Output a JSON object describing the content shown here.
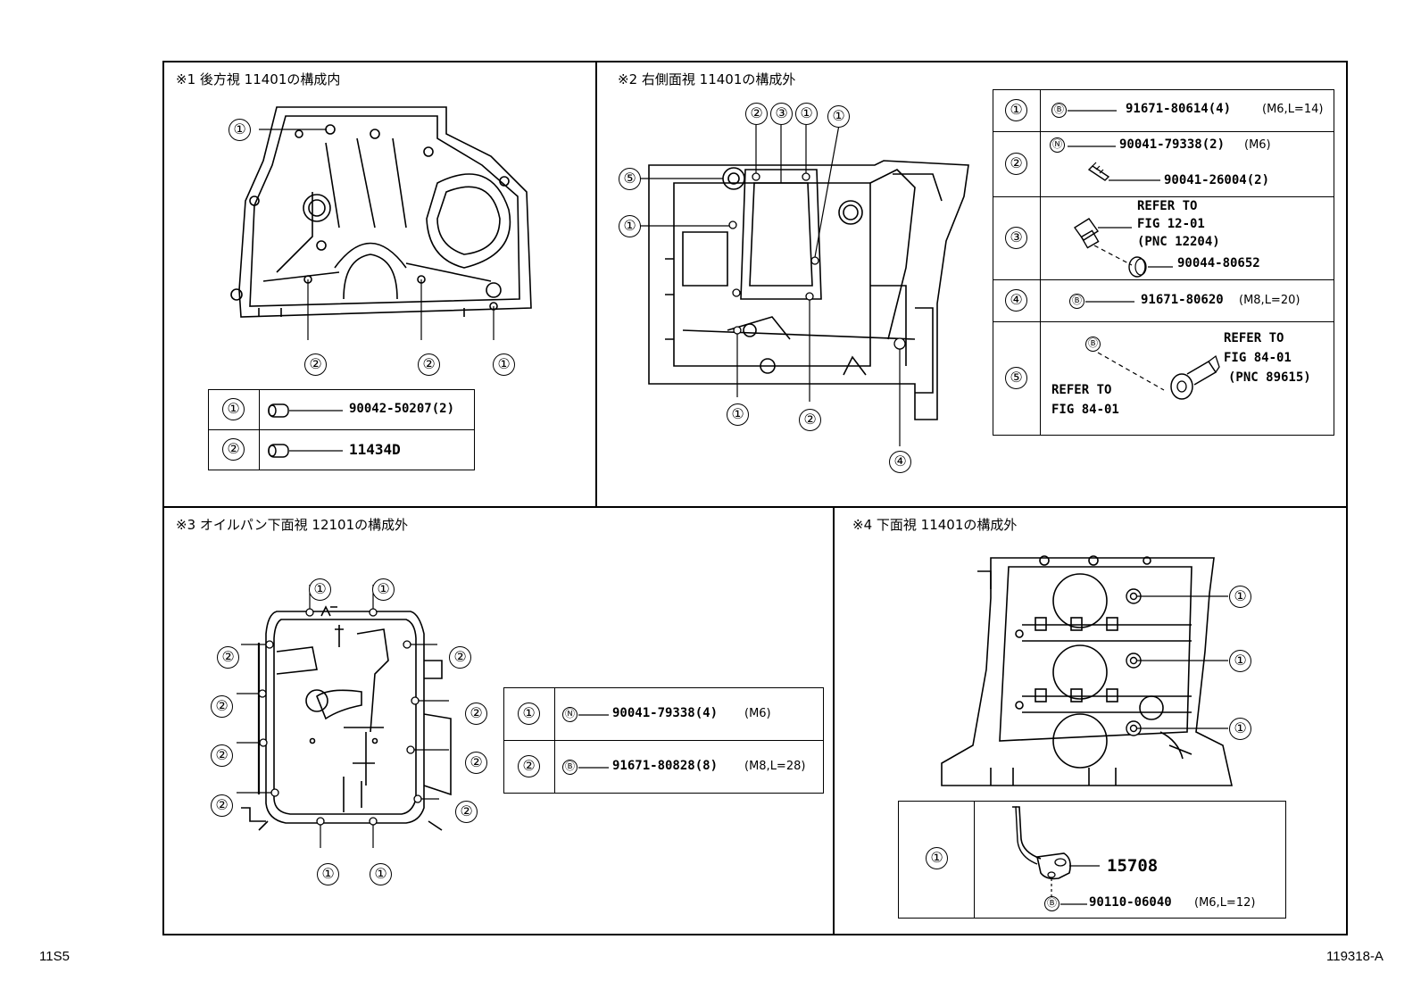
{
  "sections": {
    "s1": {
      "title": "※1 後方視 11401の構成内"
    },
    "s2": {
      "title": "※2 右側面視 11401の構成外"
    },
    "s3": {
      "title": "※3 オイルパン下面視 12101の構成外"
    },
    "s4": {
      "title": "※4 下面視 11401の構成外"
    }
  },
  "callouts": [
    "①",
    "②",
    "③",
    "④",
    "⑤"
  ],
  "small_marks": {
    "B": "Ⓑ",
    "N": "Ⓝ"
  },
  "table1": [
    {
      "no": "①",
      "part": "90042-50207(2)"
    },
    {
      "no": "②",
      "part": "11434D"
    }
  ],
  "table2": [
    {
      "no": "①",
      "part": "91671-80614(4)",
      "spec": "(M6,L=14)"
    },
    {
      "no": "②",
      "part_a": "90041-79338(2)",
      "spec_a": "(M6)",
      "part_b": "90041-26004(2)"
    },
    {
      "no": "③",
      "ref": [
        "REFER TO",
        "FIG 12-01",
        "(PNC 12204)"
      ],
      "part": "90044-80652"
    },
    {
      "no": "④",
      "part": "91671-80620",
      "spec": "(M8,L=20)"
    },
    {
      "no": "⑤",
      "ref_right": [
        "REFER TO",
        "FIG 84-01",
        "(PNC 89615)"
      ],
      "ref_left": [
        "REFER TO",
        "FIG 84-01"
      ]
    }
  ],
  "table3": [
    {
      "no": "①",
      "part": "90041-79338(4)",
      "spec": "(M6)"
    },
    {
      "no": "②",
      "part": "91671-80828(8)",
      "spec": "(M8,L=28)"
    }
  ],
  "table4": {
    "no": "①",
    "part": "15708",
    "bolt": "90110-06040",
    "spec": "(M6,L=12)"
  },
  "footer": {
    "left": "11S5",
    "right": "119318-A"
  }
}
